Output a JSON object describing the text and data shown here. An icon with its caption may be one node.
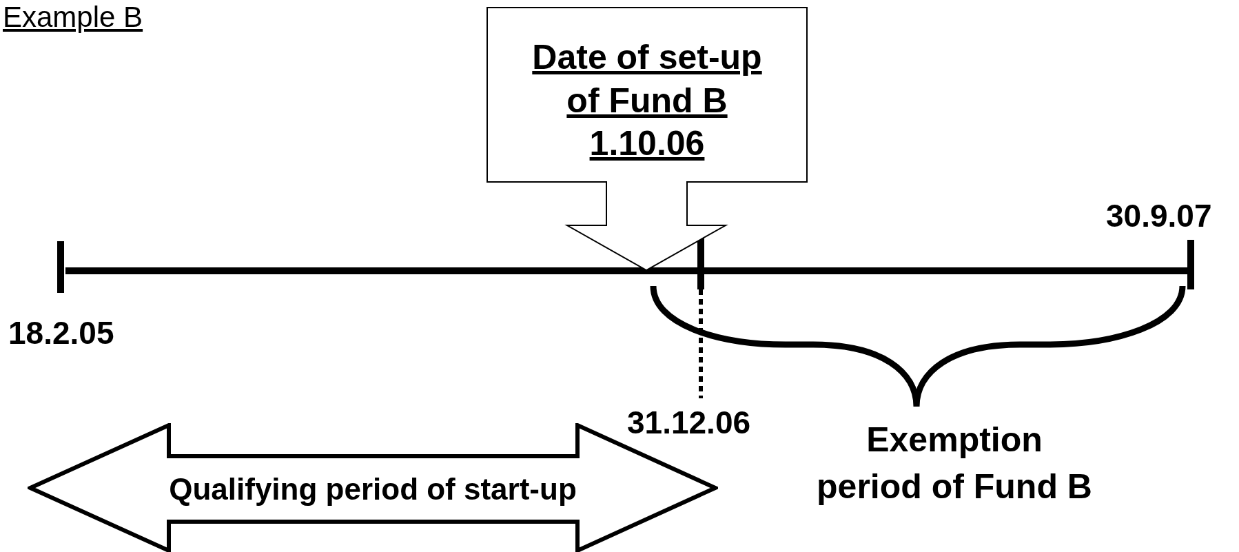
{
  "diagram": {
    "title": "Example B",
    "nodes": [
      {
        "text": [
          "Date of set-up of Fund B",
          "1.10.06"
        ]
      },
      {
        "text": [
          "Qualifying period of start-up"
        ]
      }
    ],
    "labels": [
      "30.9.07",
      "18.2.05",
      "31.12.06",
      "Exemption period of Fund B"
    ]
  }
}
